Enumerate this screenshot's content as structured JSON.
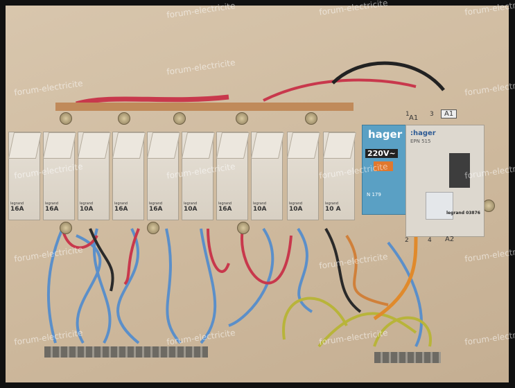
{
  "watermark": "forum-electricite",
  "breakers": [
    {
      "brand": "legrand",
      "rating": "16A"
    },
    {
      "brand": "legrand",
      "rating": "16A"
    },
    {
      "brand": "legrand",
      "rating": "10A"
    },
    {
      "brand": "legrand",
      "rating": "16A"
    },
    {
      "brand": "legrand",
      "rating": "16A"
    },
    {
      "brand": "legrand",
      "rating": "10A"
    },
    {
      "brand": "legrand",
      "rating": "16A"
    },
    {
      "brand": "legrand",
      "rating": "10A"
    },
    {
      "brand": "legrand",
      "rating": "10A"
    },
    {
      "brand": "legrand",
      "rating": "10 A"
    }
  ],
  "hager_relay": {
    "brand": "hager",
    "voltage": "220V~",
    "model": "N 179"
  },
  "contactor": {
    "brand": ":hager",
    "model": "EPN 515",
    "footer": "legrand 03876"
  },
  "terminals": {
    "a1": "A1",
    "a2": "A2",
    "n1": "1",
    "n3": "3",
    "n2": "2",
    "n4": "4"
  },
  "colors": {
    "wire_blue": "#5b8fc9",
    "wire_red": "#c8384c",
    "wire_yellow_green": "#b8b43a",
    "wire_orange": "#e08a2c",
    "relay_blue": "#5aa0c4"
  }
}
